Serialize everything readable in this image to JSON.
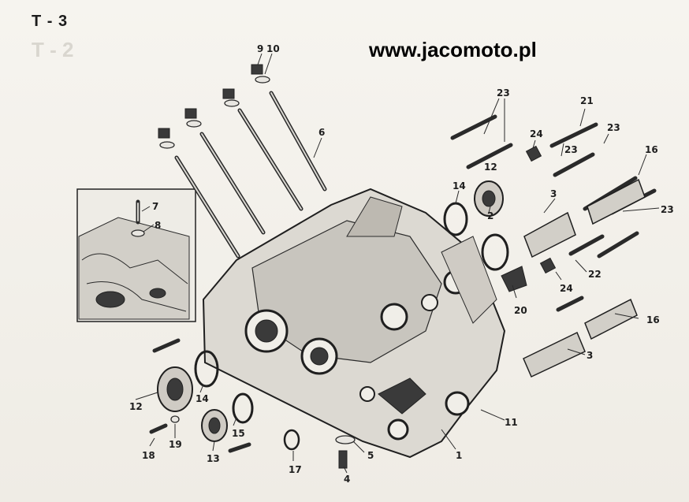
{
  "plate": {
    "id": "T - 3",
    "bleed_id": "T - 2"
  },
  "site": {
    "url": "www.jacomoto.pl"
  },
  "callouts": [
    {
      "num": "9",
      "part": "nut"
    },
    {
      "num": "10",
      "part": "washer"
    },
    {
      "num": "6",
      "part": "stud"
    },
    {
      "num": "7",
      "part": "screw"
    },
    {
      "num": "8",
      "part": "washer"
    },
    {
      "num": "23",
      "part": "bolt"
    },
    {
      "num": "21",
      "part": "bolt"
    },
    {
      "num": "24",
      "part": "dowel"
    },
    {
      "num": "12",
      "part": "seal ring"
    },
    {
      "num": "14",
      "part": "circlip"
    },
    {
      "num": "16",
      "part": "bearing"
    },
    {
      "num": "3",
      "part": "sleeve"
    },
    {
      "num": "2",
      "part": "sleeve"
    },
    {
      "num": "20",
      "part": "circlip"
    },
    {
      "num": "22",
      "part": "bolt"
    },
    {
      "num": "11",
      "part": "crankcase half"
    },
    {
      "num": "1",
      "part": "crankcase half"
    },
    {
      "num": "5",
      "part": "washer"
    },
    {
      "num": "4",
      "part": "drain plug"
    },
    {
      "num": "17",
      "part": "o-ring"
    },
    {
      "num": "13",
      "part": "bearing"
    },
    {
      "num": "15",
      "part": "circlip"
    },
    {
      "num": "18",
      "part": "bolt"
    },
    {
      "num": "19",
      "part": "washer"
    }
  ]
}
